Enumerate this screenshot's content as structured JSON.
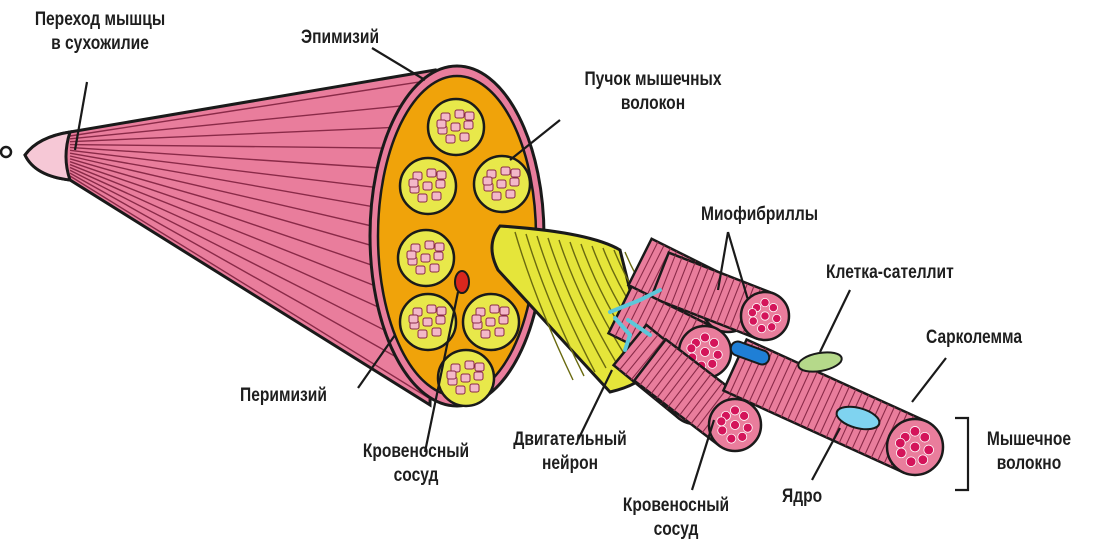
{
  "labels": {
    "tendon_transition": [
      "Переход мышцы",
      "в сухожилие"
    ],
    "epimysium": "Эпимизий",
    "fascicle": [
      "Пучок мышечных",
      "волокон"
    ],
    "myofibrils": "Миофибриллы",
    "satellite_cell": "Клетка-сателлит",
    "sarcolemma": "Сарколемма",
    "muscle_fiber": [
      "Мышечное",
      "волокно"
    ],
    "perimysium": "Перимизий",
    "blood_vessel_1": [
      "Кровеносный",
      "сосуд"
    ],
    "motor_neuron": [
      "Двигательный",
      "нейрон"
    ],
    "blood_vessel_2": [
      "Кровеносный",
      "сосуд"
    ],
    "nucleus": "Ядро"
  },
  "colors": {
    "muscle_pink": "#e97d9c",
    "tendon_pink": "#f6c8d6",
    "perimysium_orange": "#f0a30a",
    "fascicle_yellow": "#e8e84a",
    "neuron_yellow": "#e5e53a",
    "myofibril_red": "#d4145a",
    "nucleus_blue": "#7fd3f0",
    "vessel_blue": "#1f7fd6",
    "satellite_green": "#b5d98a",
    "outline": "#1a1a1a"
  }
}
